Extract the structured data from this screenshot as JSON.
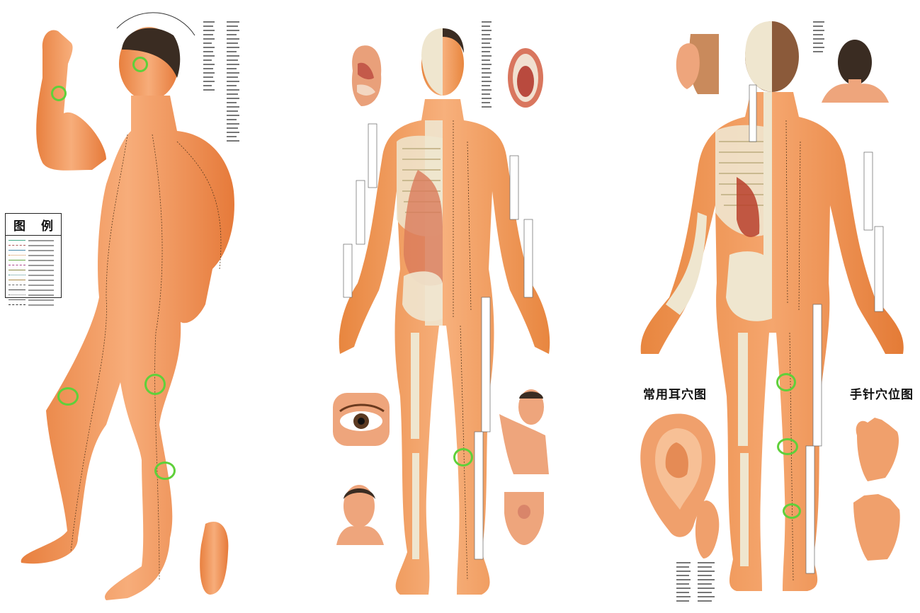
{
  "legend": {
    "title": "图 例",
    "rows": 14
  },
  "captions": {
    "ear": "常用耳穴图",
    "hand": "手针穴位图"
  },
  "colors": {
    "skin": "#f0955a",
    "skin_light": "#f6b98c",
    "bone": "#efe6cf",
    "marker": "#5fd03a"
  },
  "markers": 9
}
